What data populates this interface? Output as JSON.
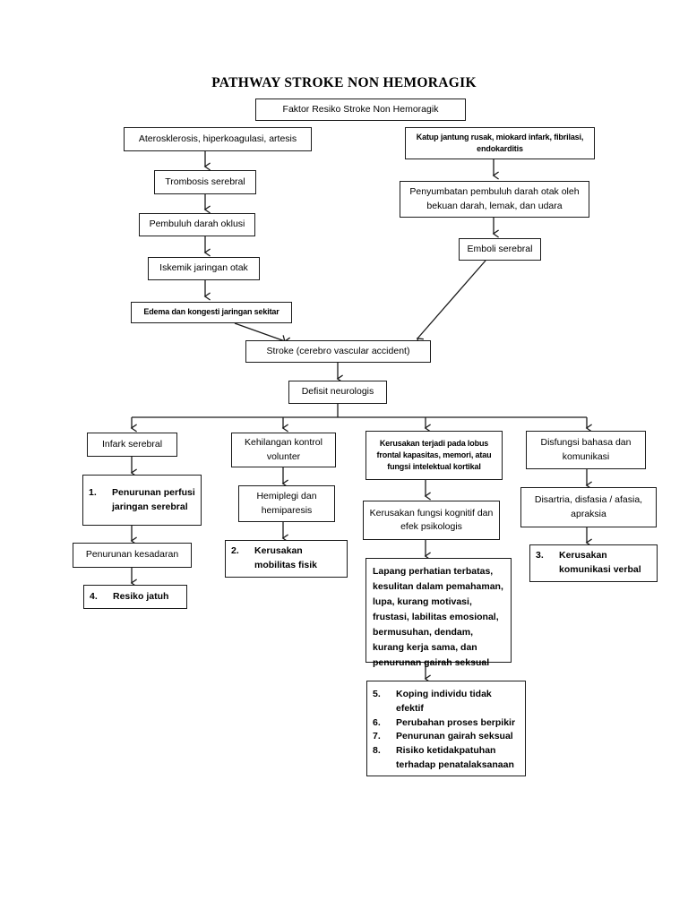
{
  "document": {
    "title": "PATHWAY STROKE NON HEMORAGIK"
  },
  "nodes": {
    "root": "Faktor Resiko Stroke Non Hemoragik",
    "left_1": "Aterosklerosis, hiperkoagulasi, artesis",
    "left_2": "Trombosis serebral",
    "left_3": "Pembuluh darah oklusi",
    "left_4": "Iskemik jaringan otak",
    "left_5": "Edema dan kongesti jaringan sekitar",
    "right_1": "Katup jantung rusak, miokard infark, fibrilasi, endokarditis",
    "right_2": "Penyumbatan pembuluh darah otak oleh bekuan darah, lemak, dan udara",
    "right_3": "Emboli serebral",
    "stroke": "Stroke (cerebro vascular accident)",
    "defisit": "Defisit neurologis",
    "c1_1": "Infark serebral",
    "c1_2_num": "1.",
    "c1_2_text": "Penurunan perfusi jaringan serebral",
    "c1_3": "Penurunan kesadaran",
    "c1_4_num": "4.",
    "c1_4_text": "Resiko jatuh",
    "c2_1": "Kehilangan kontrol volunter",
    "c2_2": "Hemiplegi dan hemiparesis",
    "c2_3_num": "2.",
    "c2_3_text": "Kerusakan mobilitas fisik",
    "c3_1": "Kerusakan terjadi pada lobus frontal kapasitas, memori, atau fungsi intelektual kortikal",
    "c3_2": "Kerusakan fungsi kognitif dan efek psikologis",
    "c3_3": "Lapang perhatian terbatas, kesulitan dalam pemahaman, lupa, kurang motivasi, frustasi, labilitas emosional, bermusuhan, dendam, kurang kerja sama, dan penurunan gairah seksual",
    "c4_1": "Disfungsi bahasa dan komunikasi",
    "c4_2": "Disartria, disfasia / afasia, apraksia",
    "c4_3_num": "3.",
    "c4_3_text": "Kerusakan komunikasi verbal"
  },
  "outcome_list": [
    {
      "num": "5.",
      "text": "Koping individu tidak efektif"
    },
    {
      "num": "6.",
      "text": "Perubahan proses berpikir"
    },
    {
      "num": "7.",
      "text": "Penurunan gairah seksual"
    },
    {
      "num": "8.",
      "text": "Risiko ketidakpatuhan terhadap penatalaksanaan"
    }
  ],
  "colors": {
    "stroke": "#1a1a1a",
    "background": "#ffffff",
    "text": "#000000"
  }
}
